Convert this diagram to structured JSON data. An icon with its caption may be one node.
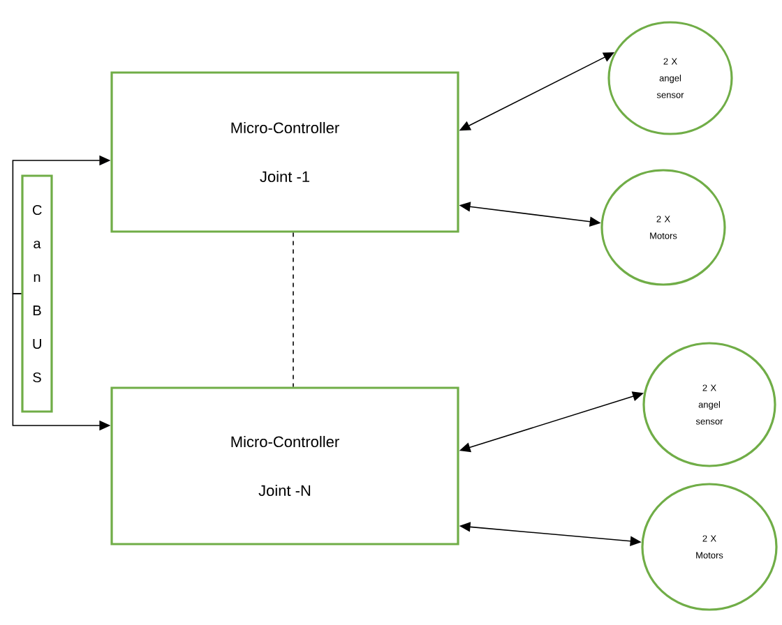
{
  "diagram": {
    "nodes": [
      {
        "text": [
          "Micro-Controller",
          "Joint -1"
        ]
      },
      {
        "text": [
          "Micro-Controller",
          "Joint -N"
        ]
      },
      {
        "text": [
          "C a n B U S"
        ]
      },
      {
        "text": [
          "2 X angel sensor"
        ]
      },
      {
        "text": [
          "2 X Motors"
        ]
      },
      {
        "text": [
          "2 X angel sensor"
        ]
      },
      {
        "text": [
          "2 X Motors"
        ]
      }
    ],
    "edges": [
      {
        "from": 2,
        "to": 0,
        "arrow": "to"
      },
      {
        "from": 2,
        "to": 1,
        "arrow": "to"
      },
      {
        "from": 0,
        "to": 1,
        "arrow": "none",
        "style": "dashed"
      },
      {
        "from": 0,
        "to": 3,
        "arrow": "both"
      },
      {
        "from": 0,
        "to": 4,
        "arrow": "both"
      },
      {
        "from": 1,
        "to": 5,
        "arrow": "both"
      },
      {
        "from": 1,
        "to": 6,
        "arrow": "both"
      }
    ]
  }
}
